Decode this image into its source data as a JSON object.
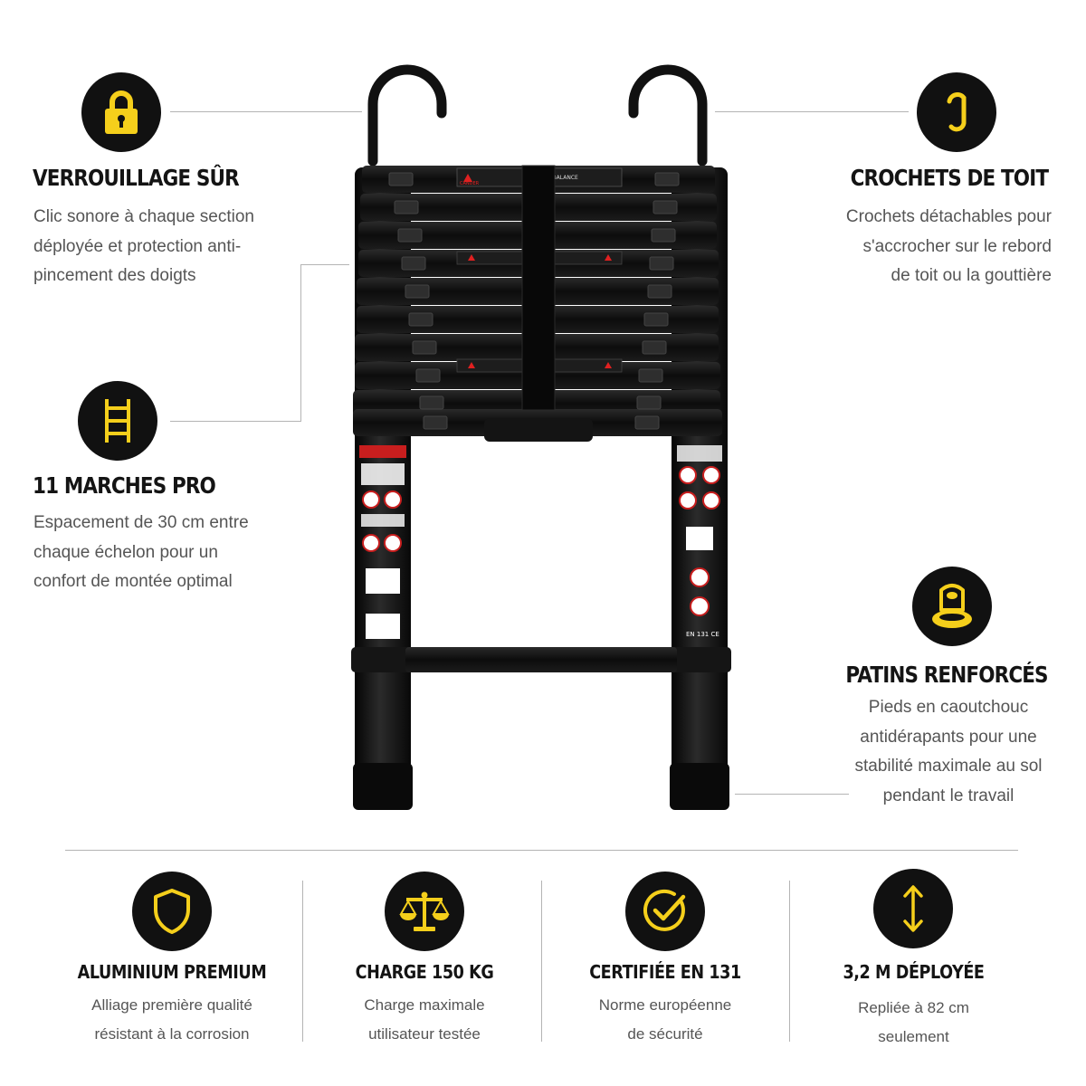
{
  "accent_color": "#f5cf1b",
  "icon_bg_color": "#111111",
  "features": {
    "lock": {
      "icon": "padlock-icon",
      "title": "VERROUILLAGE SÛR",
      "lines": [
        "Clic sonore à chaque section",
        "déployée et protection anti-",
        "pincement des doigts"
      ]
    },
    "hooks": {
      "icon": "hook-icon",
      "title": "CROCHETS DE TOIT",
      "lines": [
        "Crochets détachables pour",
        "s'accrocher sur le rebord",
        "de toit ou la gouttière"
      ]
    },
    "steps": {
      "icon": "ladder-icon",
      "title": "11 MARCHES PRO",
      "lines": [
        "Espacement de 30 cm entre",
        "chaque échelon pour un",
        "confort de montée optimal"
      ]
    },
    "feet": {
      "icon": "rubber-foot-icon",
      "title": "PATINS RENFORCÉS",
      "lines": [
        "Pieds en caoutchouc",
        "antidérapants pour une",
        "stabilité maximale au sol",
        "pendant le travail"
      ]
    }
  },
  "bottom": [
    {
      "icon": "shield-icon",
      "title": "ALUMINIUM PREMIUM",
      "lines": [
        "Alliage première qualité",
        "résistant à la corrosion"
      ]
    },
    {
      "icon": "scale-icon",
      "title": "CHARGE 150 KG",
      "lines": [
        "Charge maximale",
        "utilisateur testée"
      ]
    },
    {
      "icon": "check-icon",
      "title": "CERTIFIÉE EN 131",
      "lines": [
        "Norme européenne",
        "de sécurité"
      ]
    },
    {
      "icon": "height-arrow-icon",
      "title": "3,2 M DÉPLOYÉE",
      "lines": [
        "Repliée à 82 cm",
        "seulement"
      ]
    }
  ],
  "ladder": {
    "image": "telescopic-ladder-photo",
    "brand": "CANDER",
    "balance_label": "YOUR BALANCE",
    "standard": "EN 131 CE"
  }
}
